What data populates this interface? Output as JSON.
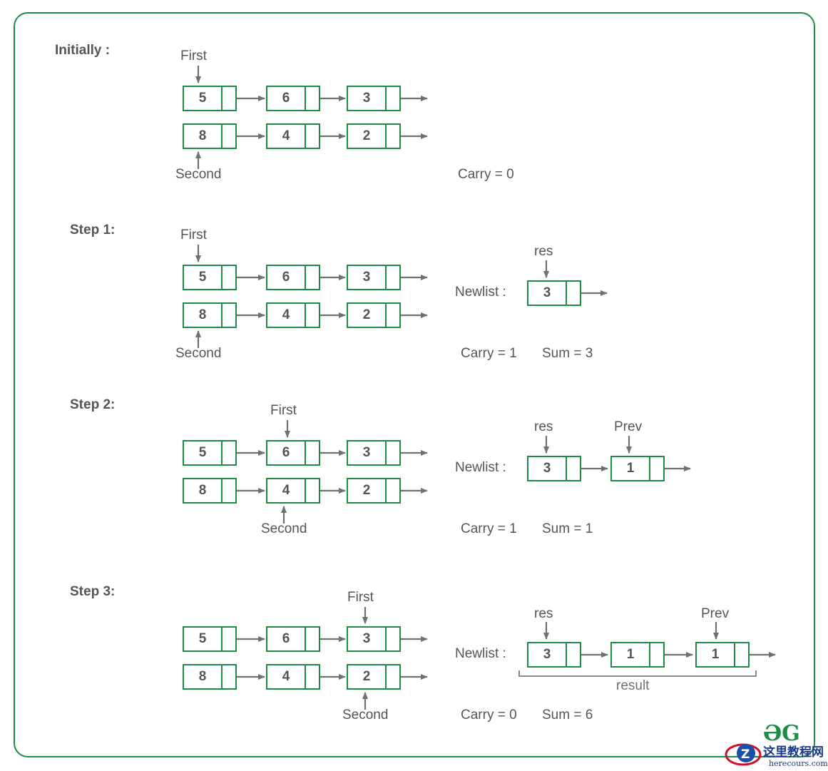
{
  "colors": {
    "node_border": "#1e8c45",
    "arrow": "#707070",
    "text": "#555555",
    "frame": "#1e8c45"
  },
  "sections": [
    {
      "label": "Initially :",
      "list1": [
        "5",
        "6",
        "3"
      ],
      "list2": [
        "8",
        "4",
        "2"
      ],
      "first_label": "First",
      "second_label": "Second",
      "status": "Carry = 0"
    },
    {
      "label": "Step 1:",
      "list1": [
        "5",
        "6",
        "3"
      ],
      "list2": [
        "8",
        "4",
        "2"
      ],
      "first_label": "First",
      "second_label": "Second",
      "newlist_label": "Newlist :",
      "newlist": [
        "3"
      ],
      "res_label": "res",
      "status_carry": "Carry = 1",
      "status_sum": "Sum = 3"
    },
    {
      "label": "Step 2:",
      "list1": [
        "5",
        "6",
        "3"
      ],
      "list2": [
        "8",
        "4",
        "2"
      ],
      "first_label": "First",
      "second_label": "Second",
      "newlist_label": "Newlist :",
      "newlist": [
        "3",
        "1"
      ],
      "res_label": "res",
      "prev_label": "Prev",
      "status_carry": "Carry = 1",
      "status_sum": "Sum = 1"
    },
    {
      "label": "Step 3:",
      "list1": [
        "5",
        "6",
        "3"
      ],
      "list2": [
        "8",
        "4",
        "2"
      ],
      "first_label": "First",
      "second_label": "Second",
      "newlist_label": "Newlist :",
      "newlist": [
        "3",
        "1",
        "1"
      ],
      "res_label": "res",
      "prev_label": "Prev",
      "result_label": "result",
      "status_carry": "Carry = 0",
      "status_sum": "Sum = 6"
    }
  ],
  "watermark": {
    "text_cn": "这里教程网",
    "text_en": "herecours.com"
  }
}
